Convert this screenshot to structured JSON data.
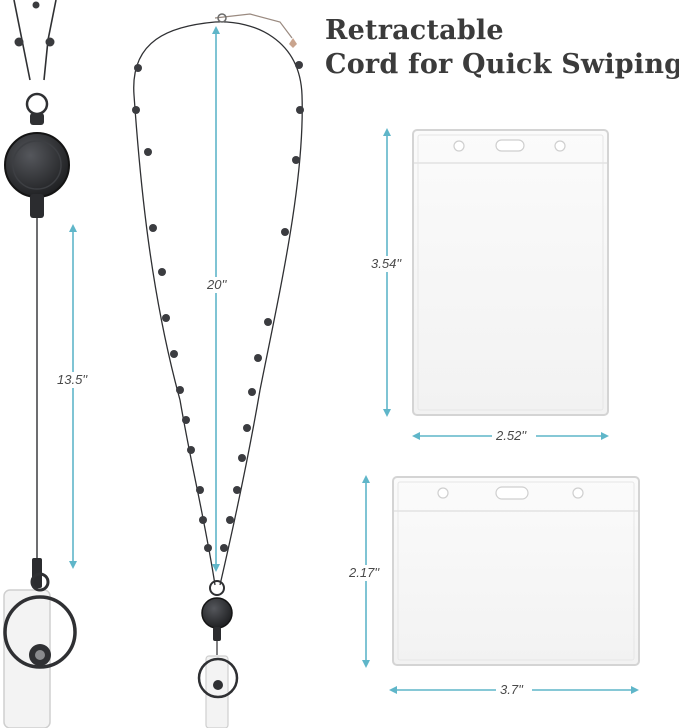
{
  "title": {
    "line1": "Retractable",
    "line2": "Cord for Quick Swiping"
  },
  "dimensions": {
    "cord_length": "13.5''",
    "necklace_length": "20''",
    "vertical_holder_height": "3.54''",
    "vertical_holder_width": "2.52''",
    "horizontal_holder_height": "2.17''",
    "horizontal_holder_width": "3.7''"
  },
  "colors": {
    "arrow": "#5fb6c9",
    "metal": "#2f3033",
    "title": "#3b3b3b",
    "pocket_border": "#d4d4d4"
  }
}
